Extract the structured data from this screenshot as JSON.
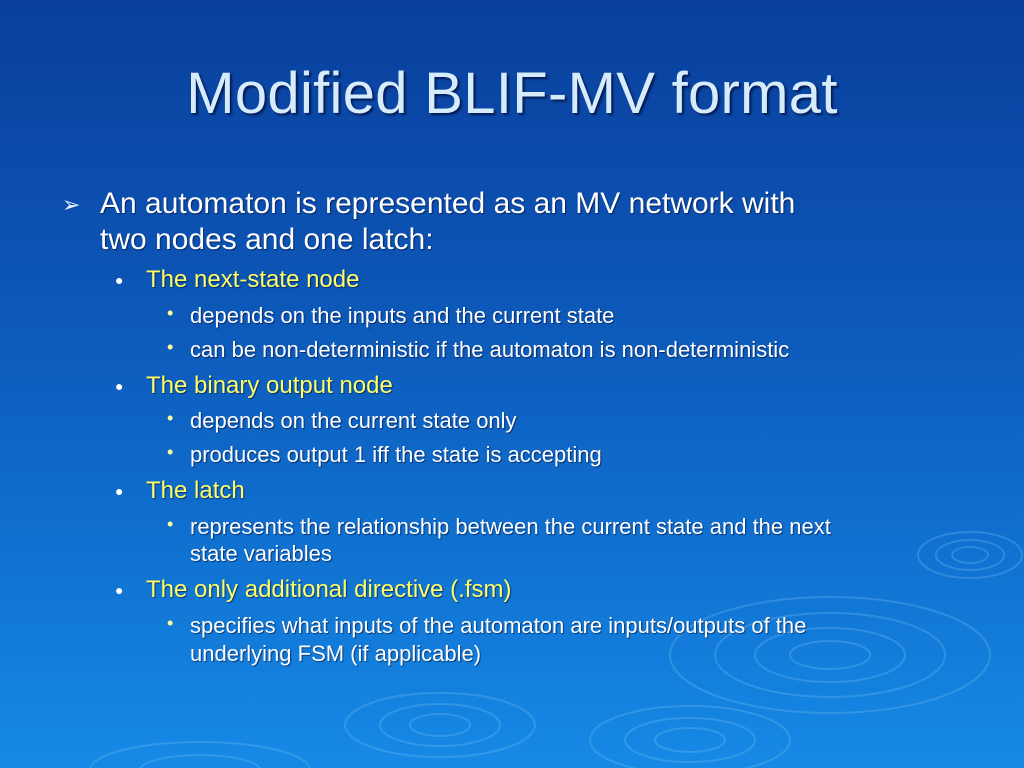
{
  "slide": {
    "title": "Modified BLIF-MV format",
    "colors": {
      "background_top": "#0a3f9c",
      "background_bottom": "#1689e6",
      "title": "#d6ecfb",
      "level1_text": "#ffffff",
      "level2_text": "#ffff66",
      "level3_text": "#ffffff"
    },
    "bullet_icons": {
      "level1": "arrowhead-bullet-icon",
      "level2": "round-bullet-icon",
      "level3": "small-dot-bullet-icon"
    },
    "main_point": {
      "marker": "➢",
      "lines": [
        "An automaton is represented as an MV network with",
        "two nodes and one latch:"
      ]
    },
    "sub_points": [
      {
        "marker": "●",
        "label": "The next-state node",
        "details": [
          {
            "marker": "•",
            "lines": [
              "depends on the inputs and the current state"
            ]
          },
          {
            "marker": "•",
            "lines": [
              "can be non-deterministic if the automaton is non-deterministic"
            ]
          }
        ]
      },
      {
        "marker": "●",
        "label": "The binary output node",
        "details": [
          {
            "marker": "•",
            "lines": [
              "depends on the current state only"
            ]
          },
          {
            "marker": "•",
            "lines": [
              "produces output 1 iff the state is accepting"
            ]
          }
        ]
      },
      {
        "marker": "●",
        "label": "The latch",
        "details": [
          {
            "marker": "•",
            "lines": [
              "represents the relationship between the current state and the next",
              "state variables"
            ]
          }
        ]
      },
      {
        "marker": "●",
        "label": "The only additional directive (.fsm)",
        "details": [
          {
            "marker": "•",
            "lines": [
              "specifies what inputs of the automaton are inputs/outputs of the",
              "underlying FSM (if applicable)"
            ]
          }
        ]
      }
    ]
  }
}
